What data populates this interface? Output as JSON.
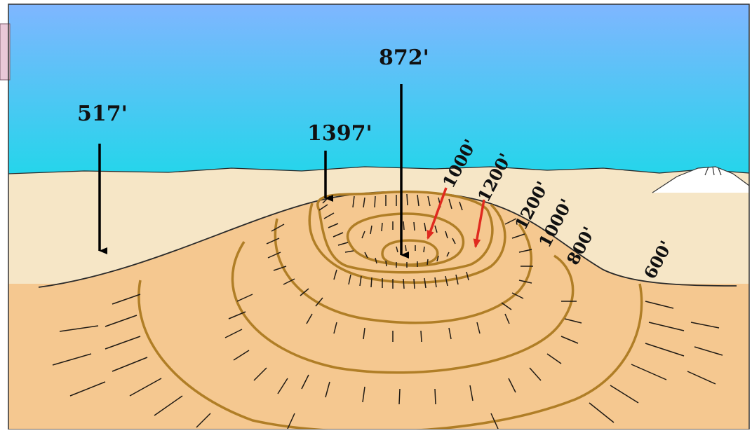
{
  "elevations": {
    "left_point": "517'",
    "summit": "872'",
    "rim": "1397'"
  },
  "contour_labels": {
    "inner_1000": "1000'",
    "inner_1200": "1200'",
    "outer_1200": "1200'",
    "outer_1000": "1000'",
    "outer_800": "800'",
    "outer_600": "600'"
  },
  "colors": {
    "sky_top": "#7fb6ff",
    "sky_bottom": "#22d6ea",
    "far_plain": "#f6e6c6",
    "ground": "#f5c890",
    "contour_line": "#b07e26",
    "hachure": "#1f1a14",
    "arrow_black": "#000000",
    "arrow_red": "#e02a1f"
  }
}
